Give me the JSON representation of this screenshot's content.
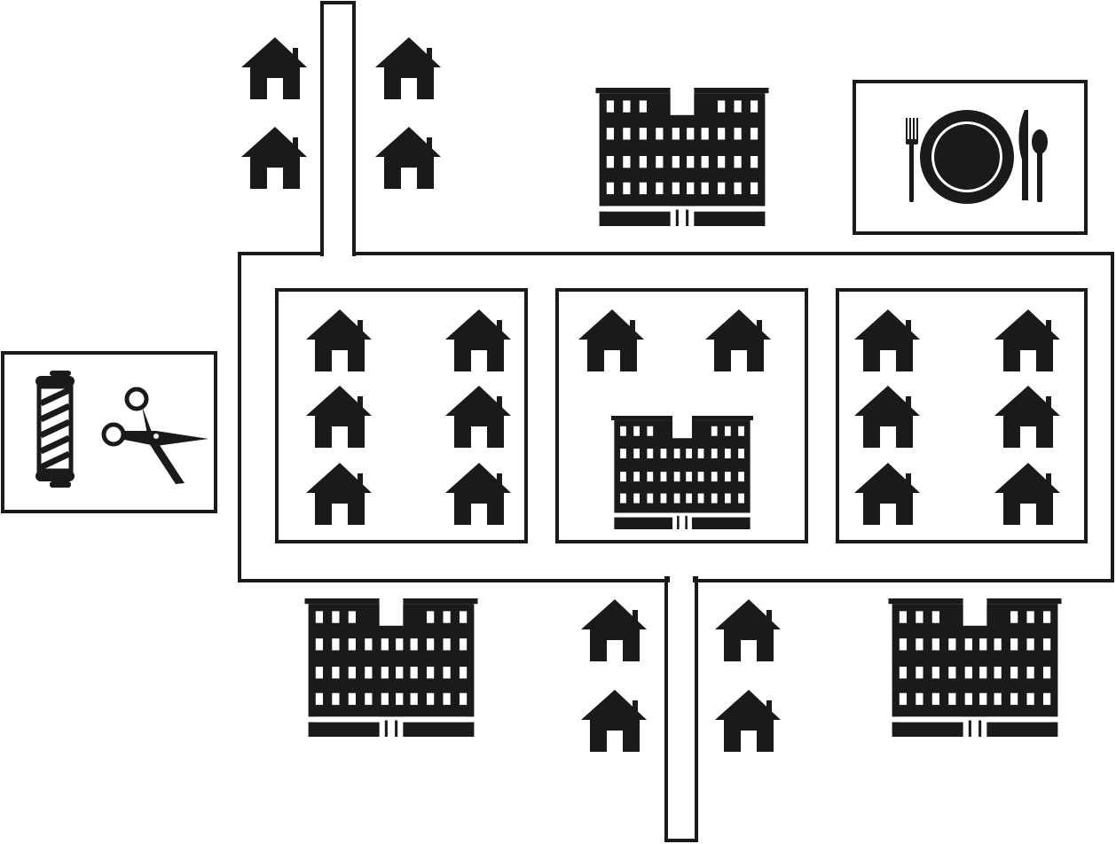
{
  "map": {
    "background": "#ffffff",
    "ink": "#1a1a1a",
    "icons": {
      "house": "house-icon",
      "apartment": "apartment-building-icon",
      "restaurant": "restaurant-icon",
      "barbershop": "barbershop-icon"
    },
    "places": [
      {
        "kind": "road",
        "name": "road-north"
      },
      {
        "kind": "road",
        "name": "road-south"
      },
      {
        "kind": "area",
        "name": "neighborhood-block"
      },
      {
        "kind": "area",
        "name": "west-block"
      },
      {
        "kind": "area",
        "name": "center-block"
      },
      {
        "kind": "area",
        "name": "east-block"
      },
      {
        "kind": "business",
        "name": "restaurant"
      },
      {
        "kind": "business",
        "name": "barbershop"
      }
    ]
  }
}
